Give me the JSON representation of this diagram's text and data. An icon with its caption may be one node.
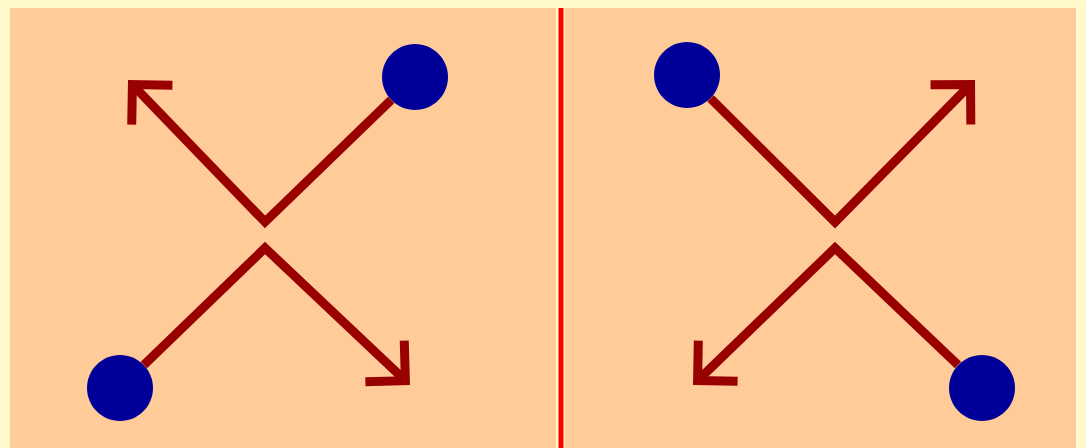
{
  "diagram": {
    "nodes": [
      {
        "text": [],
        "shape": "circle"
      },
      {
        "text": [],
        "shape": "circle"
      },
      {
        "text": [],
        "shape": "circle"
      },
      {
        "text": [],
        "shape": "circle"
      }
    ],
    "edges": [
      {
        "from": 0,
        "to": null,
        "arrow": "to"
      },
      {
        "from": 1,
        "to": null,
        "arrow": "to"
      },
      {
        "from": 2,
        "to": null,
        "arrow": "to"
      },
      {
        "from": 3,
        "to": null,
        "arrow": "to"
      }
    ]
  }
}
